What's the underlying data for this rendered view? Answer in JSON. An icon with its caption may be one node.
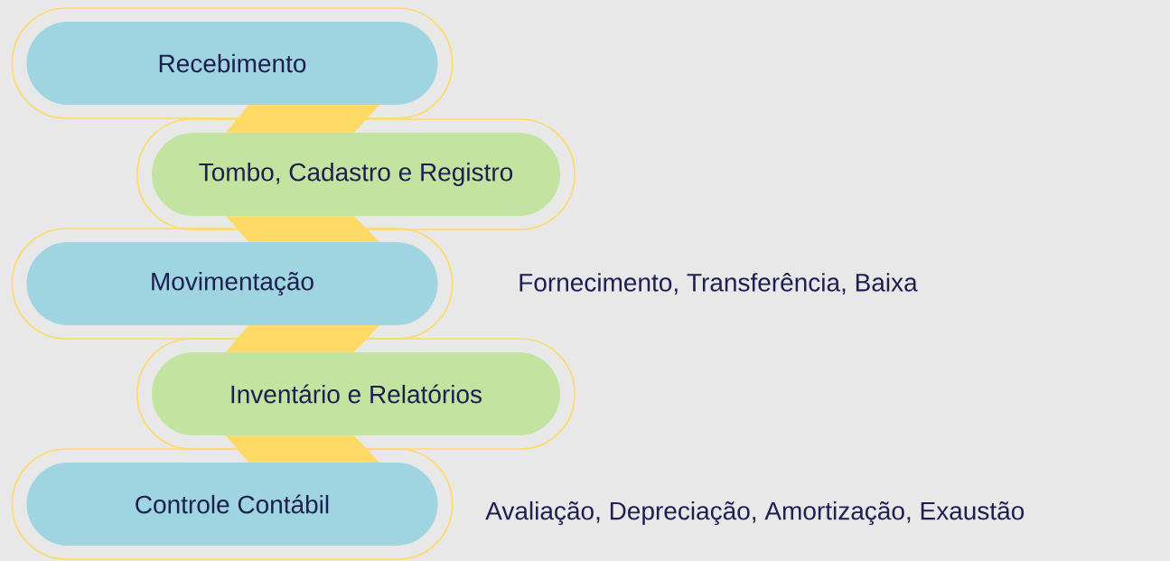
{
  "diagram": {
    "nodes": [
      {
        "text": [
          "Recebimento"
        ]
      },
      {
        "text": [
          "Tombo, Cadastro e Registro"
        ]
      },
      {
        "text": [
          "Movimentação"
        ],
        "beside": [
          "Fornecimento, Transferência, Baixa"
        ]
      },
      {
        "text": [
          "Inventário e Relatórios"
        ]
      },
      {
        "text": [
          "Controle Contábil"
        ],
        "beside": [
          "Avaliação, Depreciação, Amortização, Exaustão"
        ]
      }
    ],
    "edges": [
      {
        "from": 0,
        "to": 1,
        "arrow": "none"
      },
      {
        "from": 1,
        "to": 2,
        "arrow": "none"
      },
      {
        "from": 2,
        "to": 3,
        "arrow": "none"
      },
      {
        "from": 3,
        "to": 4,
        "arrow": "none"
      }
    ]
  }
}
